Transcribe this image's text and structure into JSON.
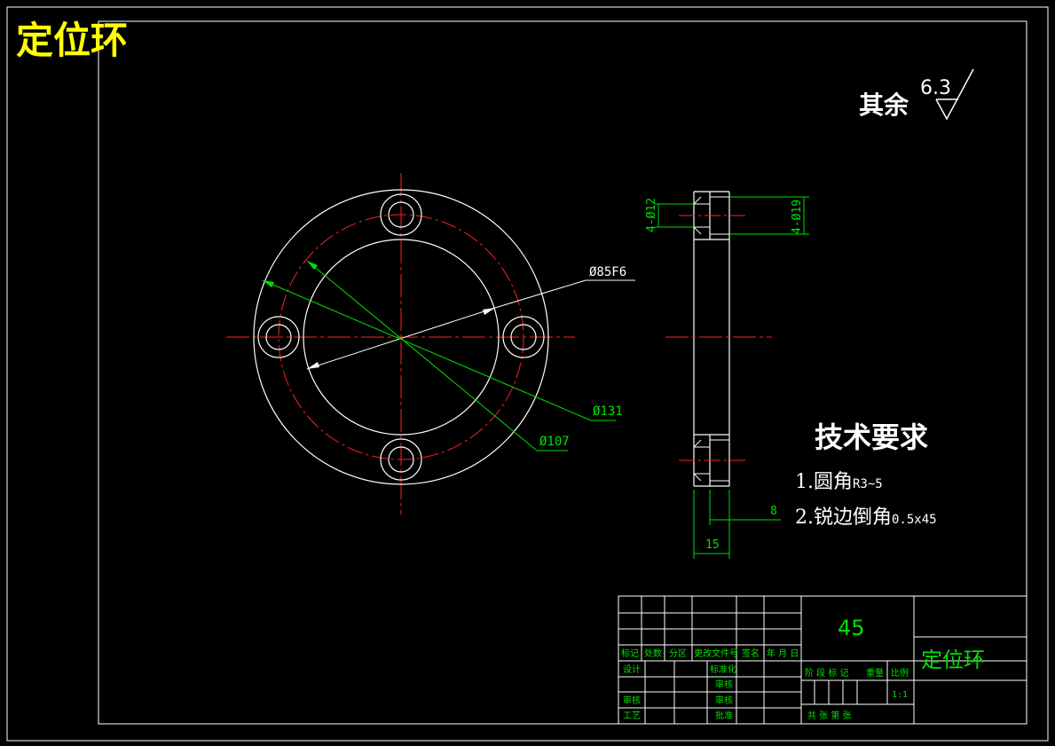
{
  "title": "定位环",
  "roughness": {
    "label": "其余",
    "value": "6.3"
  },
  "dimensions": {
    "bore": "Ø85F6",
    "outer": "Ø131",
    "pitch": "Ø107",
    "hole_small": "4-Ø12",
    "hole_large": "4-Ø19",
    "thickness": "15",
    "step": "8"
  },
  "tech_requirements": {
    "heading": "技术要求",
    "item1_main": "1.圆角",
    "item1_sub": "R3~5",
    "item2_main": "2.锐边倒角",
    "item2_sub": "0.5x45"
  },
  "title_block": {
    "material": "45",
    "part_name": "定位环",
    "scale": "1:1",
    "labels": {
      "mark": "标记",
      "count": "处数",
      "zone": "分区",
      "change_doc": "更改文件号",
      "sign": "签名",
      "date": "年 月 日",
      "design": "设计",
      "standardize": "标准化",
      "check": "审核",
      "process": "工艺",
      "audit": "审核",
      "approve": "批准",
      "stage_mark": "阶 段 标 记",
      "weight": "重量",
      "ratio": "比例",
      "sheets": "共  张 第  张"
    }
  },
  "colors": {
    "line": "#ffffff",
    "center": "#ff2020",
    "dim": "#00e000",
    "title": "#ffff00"
  }
}
